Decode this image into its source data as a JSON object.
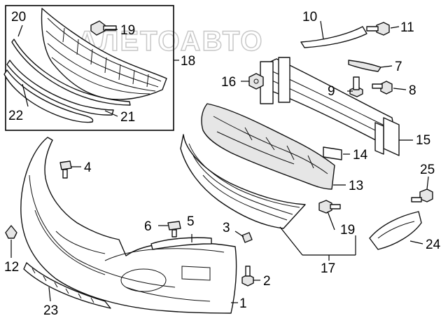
{
  "watermark": "АЛЕТОАВТО",
  "callouts": [
    {
      "id": "c1",
      "label": "1"
    },
    {
      "id": "c2",
      "label": "2"
    },
    {
      "id": "c3",
      "label": "3"
    },
    {
      "id": "c4",
      "label": "4"
    },
    {
      "id": "c5",
      "label": "5"
    },
    {
      "id": "c6",
      "label": "6"
    },
    {
      "id": "c7",
      "label": "7"
    },
    {
      "id": "c8",
      "label": "8"
    },
    {
      "id": "c9",
      "label": "9"
    },
    {
      "id": "c10",
      "label": "10"
    },
    {
      "id": "c11",
      "label": "11"
    },
    {
      "id": "c12",
      "label": "12"
    },
    {
      "id": "c13",
      "label": "13"
    },
    {
      "id": "c14",
      "label": "14"
    },
    {
      "id": "c15",
      "label": "15"
    },
    {
      "id": "c16",
      "label": "16"
    },
    {
      "id": "c17",
      "label": "17"
    },
    {
      "id": "c18",
      "label": "18"
    },
    {
      "id": "c19a",
      "label": "19"
    },
    {
      "id": "c19b",
      "label": "19"
    },
    {
      "id": "c20",
      "label": "20"
    },
    {
      "id": "c21",
      "label": "21"
    },
    {
      "id": "c22",
      "label": "22"
    },
    {
      "id": "c23",
      "label": "23"
    },
    {
      "id": "c24",
      "label": "24"
    },
    {
      "id": "c25",
      "label": "25"
    }
  ]
}
